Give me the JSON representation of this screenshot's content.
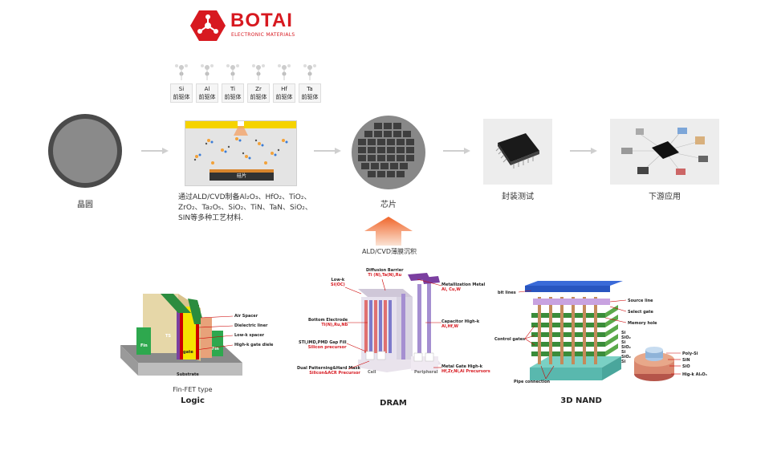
{
  "brand": {
    "name": "BOTAI",
    "subtitle": "ELECTRONIC MATERIALS",
    "color": "#d71920"
  },
  "precursors": [
    {
      "el": "Si",
      "label": "前驱体"
    },
    {
      "el": "Al",
      "label": "前驱体"
    },
    {
      "el": "Ti",
      "label": "前驱体"
    },
    {
      "el": "Zr",
      "label": "前驱体"
    },
    {
      "el": "Hf",
      "label": "前驱体"
    },
    {
      "el": "Ta",
      "label": "前驱体"
    }
  ],
  "flow": {
    "wafer": "晶圆",
    "substrate_label": "硅片",
    "deposit_line1": "通过ALD/CVD制备Al₂O₃、HfO₂、TiO₂、",
    "deposit_line2": "ZrO₂、Ta₂O₅、SiO₂、TiN、TaN、SiO₂、",
    "deposit_line3": "SIN等多种工艺材料.",
    "chip": "芯片",
    "package": "封装测试",
    "downstream": "下游应用",
    "ald_label": "ALD/CVD薄膜沉积"
  },
  "logic": {
    "sub": "Fin-FET type",
    "title": "Logic",
    "labels": {
      "air": "Air Spacer",
      "dielectric": "Dielectric liner",
      "lowk": "Low-k spacer",
      "highk": "High-k gate diele",
      "fin_left": "Fin",
      "fin_right": "Fin",
      "ts": "TS",
      "gate": "gate",
      "substrate": "Substrate"
    }
  },
  "dram": {
    "title": "DRAM",
    "labels": {
      "lowk_t": "Low-k",
      "lowk_r": "Si(OC)",
      "diff_t": "Diffusion Barrier",
      "diff_r": "Ti (N),Ta(N),Ru",
      "metal_t": "Metallization Metal",
      "metal_r": "Al, Cu,W",
      "bottom_t": "Bottom Electrode",
      "bottom_r": "Ti(N),Ru,Nb",
      "cap_t": "Capacitor High-k",
      "cap_r": "Al,Hf,W",
      "sti_t": "STI,IMD,PMD Gap Fill",
      "sti_r": "Silicon precursor",
      "dual_t": "Dual Patterning&Hard Mask",
      "dual_r": "Silicon&ACR Precursor",
      "mg_t": "Metal Gate High-k",
      "mg_r": "Hf,Zr,Ni,Al Precursors",
      "cell": "Cell",
      "periph": "Peripheral"
    }
  },
  "nand": {
    "title": "3D NAND",
    "labels": {
      "bit": "bit lines",
      "source": "Source line",
      "select": "Select gate",
      "memory": "Memory hole",
      "control": "Control gates",
      "pipe": "Pipe connection",
      "si1": "Si",
      "sio1": "SiO₂",
      "si2": "Si",
      "sio2": "SiO₂",
      "si3": "Si",
      "sio3": "SiO₂",
      "si4": "Si",
      "poly": "Poly-Si",
      "sin": "SiN",
      "sio": "SiO",
      "hk": "Hig-k Al₂O₃"
    }
  }
}
